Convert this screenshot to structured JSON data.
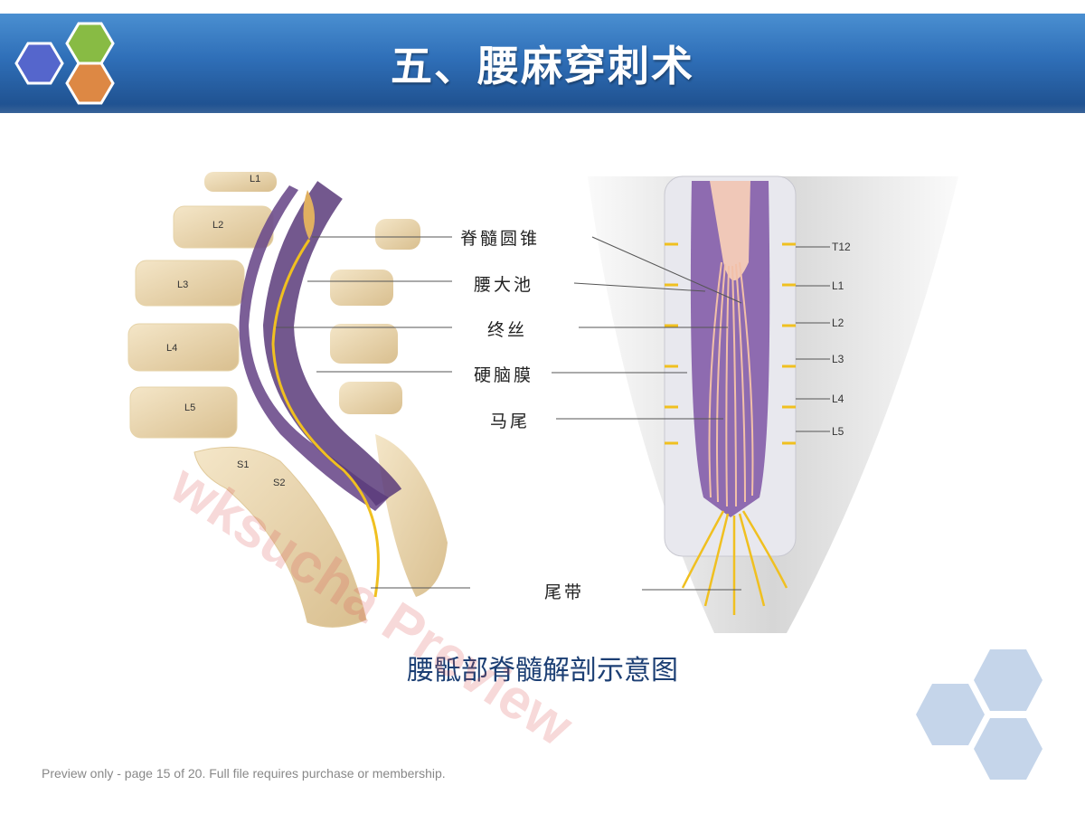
{
  "header": {
    "title": "五、腰麻穿刺术"
  },
  "figure": {
    "callouts": [
      "脊髓圆锥",
      "腰大池",
      "终丝",
      "硬脑膜",
      "马尾",
      "尾带"
    ],
    "vertebra_labels_left": [
      "L1",
      "L2",
      "L3",
      "L4",
      "L5",
      "S1",
      "S2"
    ],
    "vertebra_labels_right": [
      "T12",
      "L1",
      "L2",
      "L3",
      "L4",
      "L5"
    ],
    "caption": "腰骶部脊髓解剖示意图"
  },
  "watermark": "wksucha Preview",
  "footer": {
    "note": "Preview only - page 15 of 20. Full file requires purchase or membership."
  },
  "colors": {
    "header_blue": "#2f6fb8",
    "hex_blue": "#5566cc",
    "hex_green": "#88bb44",
    "hex_orange": "#dd8844",
    "caption_text": "#1c3f74",
    "decor_hex": "#c5d5ea"
  }
}
